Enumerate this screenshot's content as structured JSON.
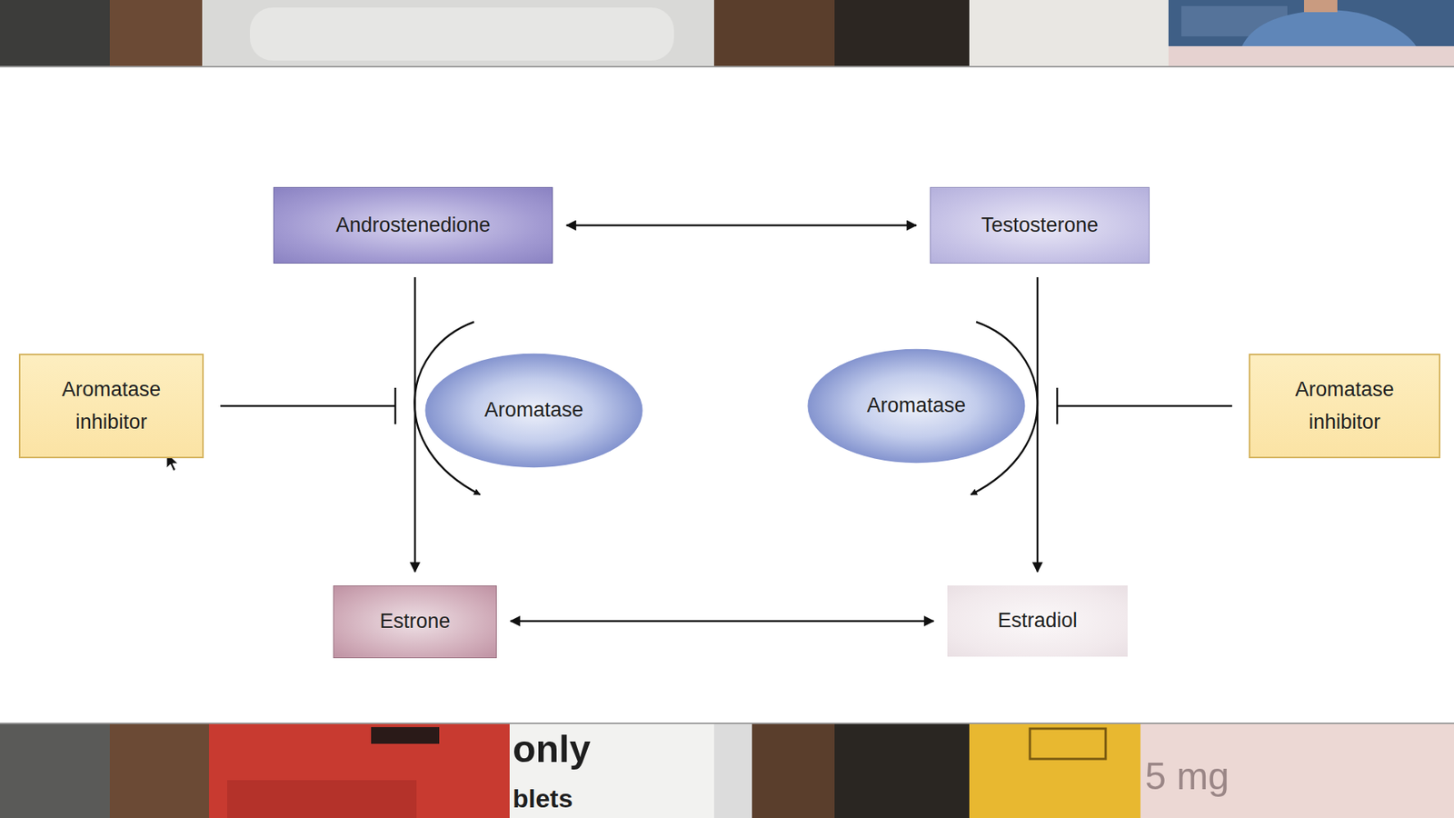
{
  "diagram": {
    "nodes": [
      {
        "text": [
          "Androstenedione"
        ]
      },
      {
        "text": [
          "Testosterone"
        ]
      },
      {
        "text": [
          "Aromatase inhibitor"
        ]
      },
      {
        "text": [
          "Aromatase"
        ]
      },
      {
        "text": [
          "Aromatase"
        ]
      },
      {
        "text": [
          "Aromatase inhibitor"
        ]
      },
      {
        "text": [
          "Estrone"
        ]
      },
      {
        "text": [
          "Estradiol"
        ]
      }
    ],
    "edges": [
      {
        "from": 0,
        "to": 1,
        "arrow": "both"
      },
      {
        "from": 0,
        "to": 6,
        "arrow": "to"
      },
      {
        "from": 1,
        "to": 7,
        "arrow": "to"
      },
      {
        "from": 6,
        "to": 7,
        "arrow": "both"
      }
    ],
    "labels": [
      "only",
      "blets",
      "5 mg"
    ]
  }
}
